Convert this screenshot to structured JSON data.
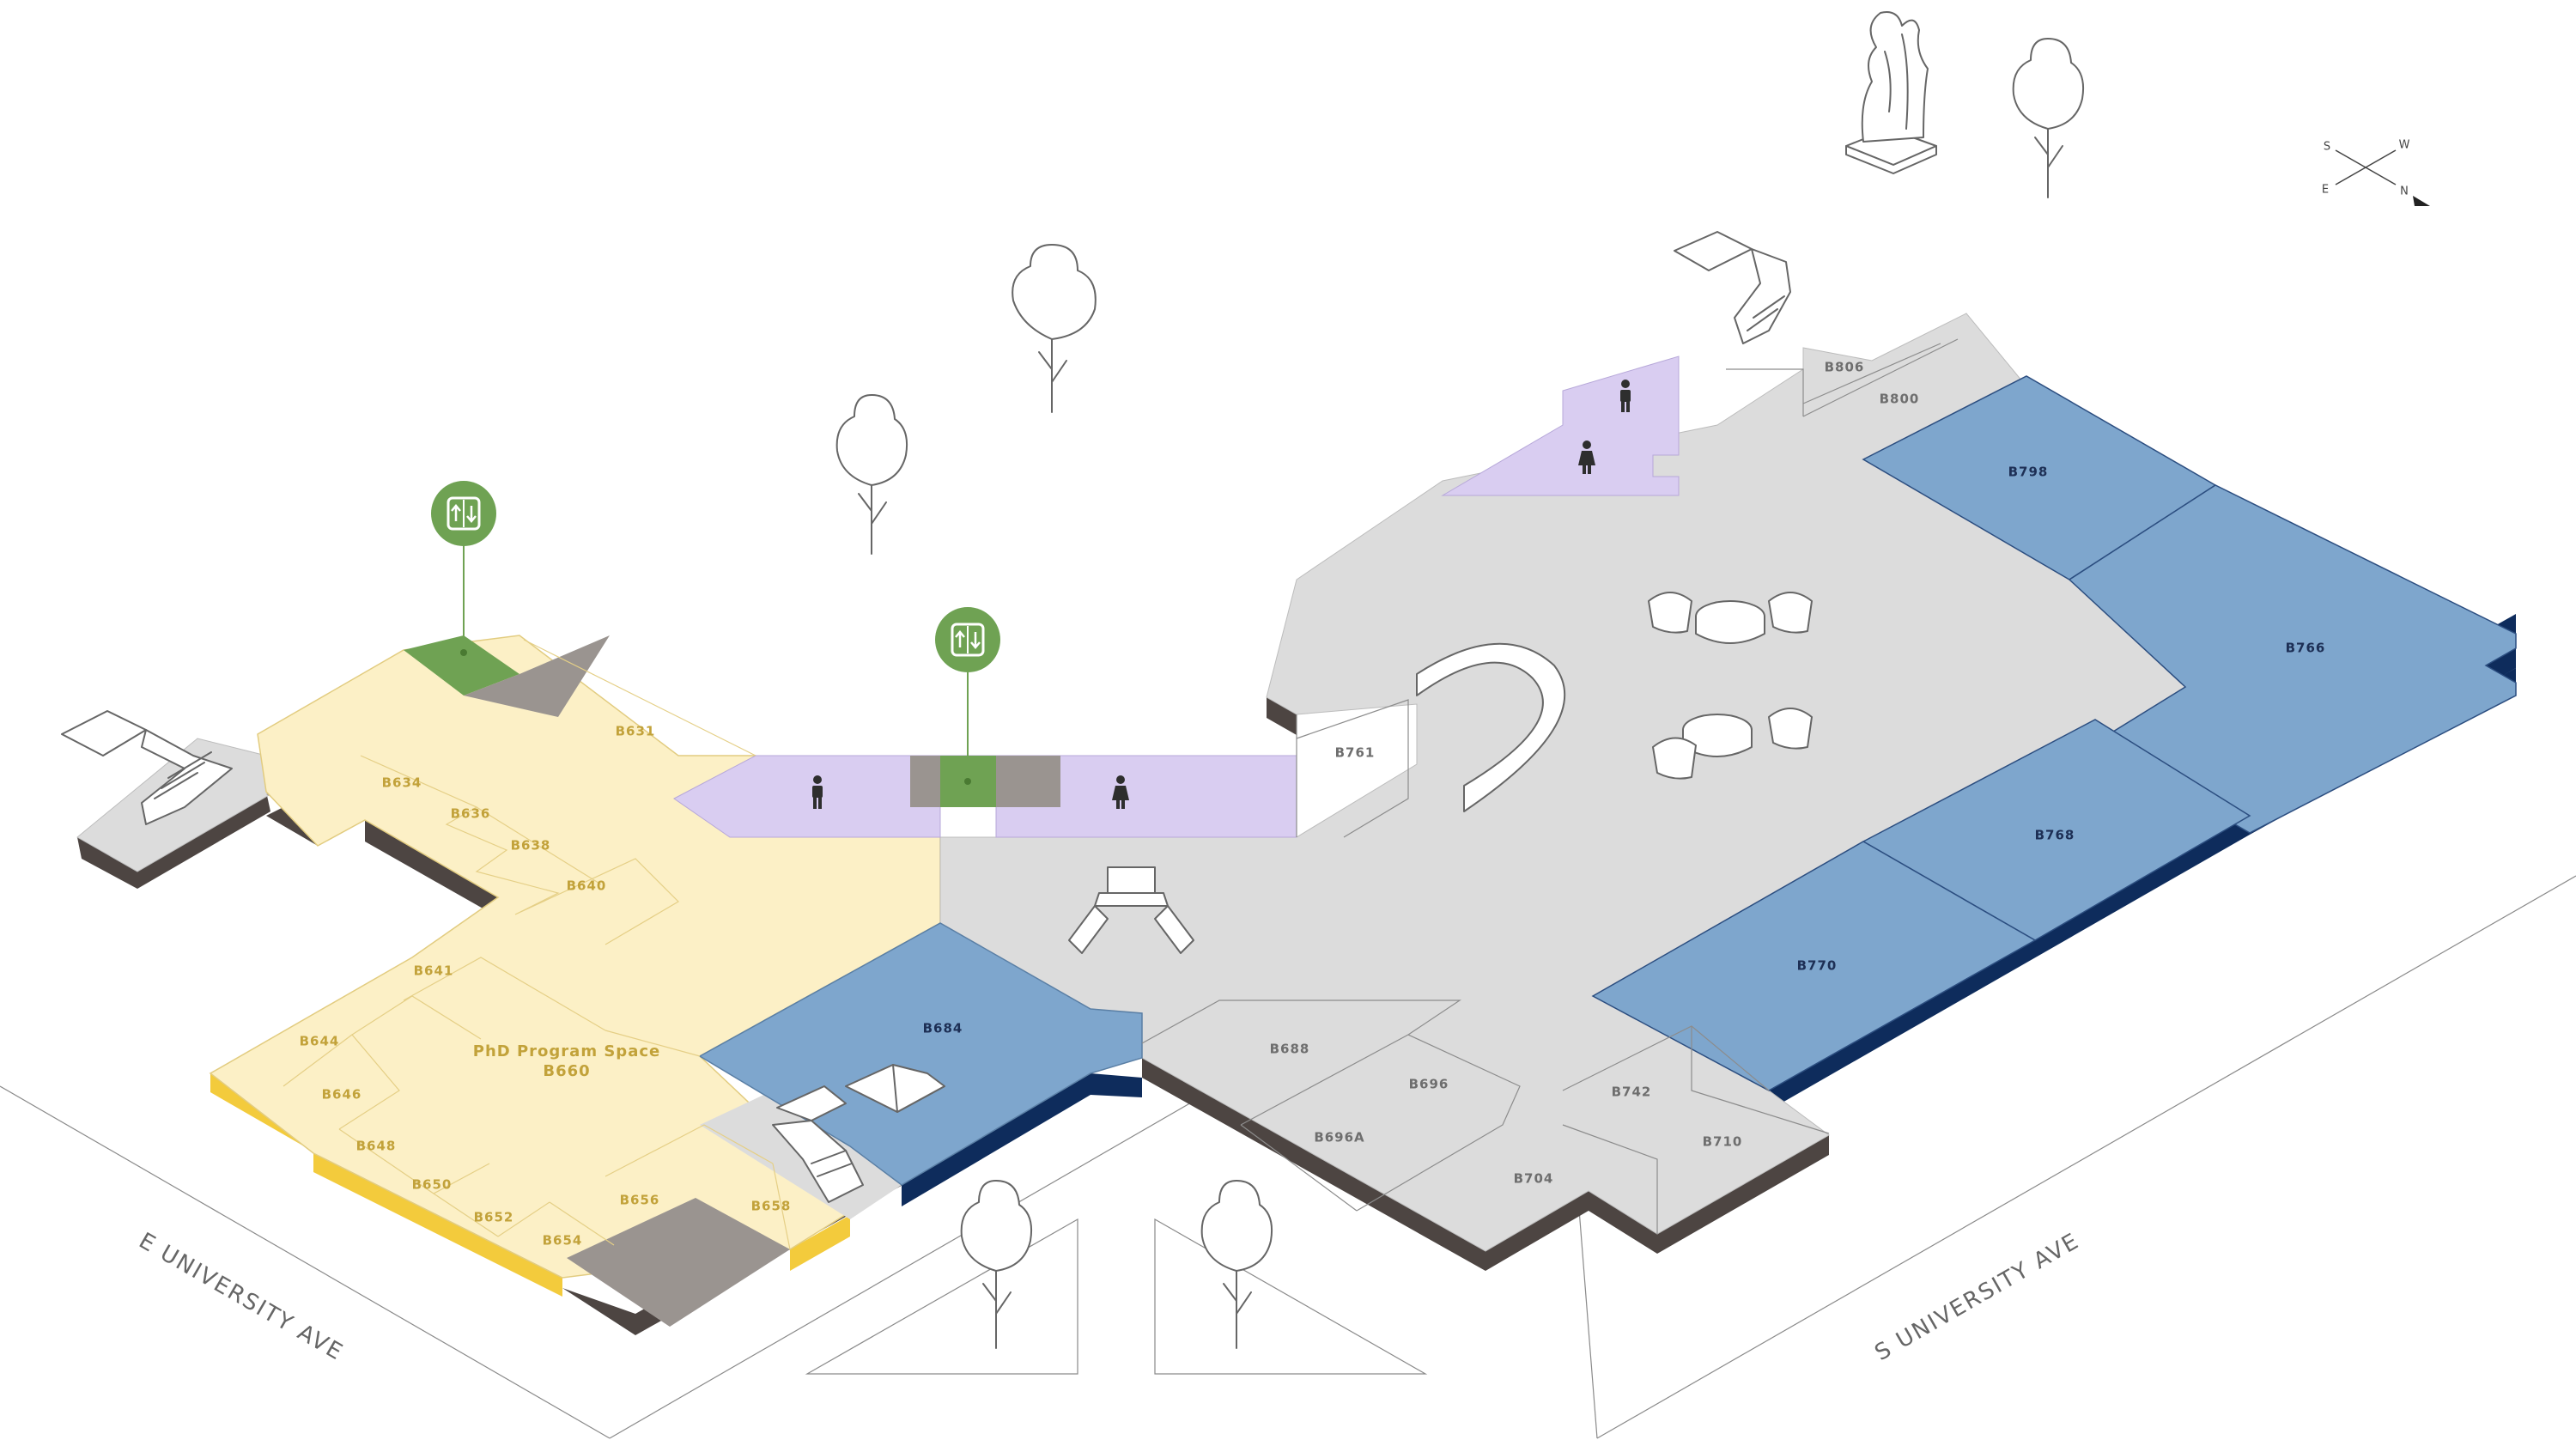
{
  "colors": {
    "yellow": "#fcf0c6",
    "yellow_edge": "#f3cb3c",
    "grey_floor": "#dcdcdc",
    "blue_room": "#7ea6cd",
    "blue_edge": "#0e2c5c",
    "purple": "#d9cdf1",
    "green": "#6fa253",
    "dark_block": "#9a9490",
    "wall_dark": "#4d4542"
  },
  "streets": {
    "east": "E UNIVERSITY AVE",
    "south": "S UNIVERSITY AVE"
  },
  "compass": {
    "s": "S",
    "w": "W",
    "e": "E",
    "n": "N"
  },
  "rooms": {
    "b631": "B631",
    "b634": "B634",
    "b636": "B636",
    "b638": "B638",
    "b640": "B640",
    "b641": "B641",
    "b644": "B644",
    "b646": "B646",
    "b648": "B648",
    "b650": "B650",
    "b652": "B652",
    "b654": "B654",
    "b656": "B656",
    "b658": "B658",
    "phd_name": "PhD Program Space",
    "phd_num": "B660",
    "b684": "B684",
    "b688": "B688",
    "b696": "B696",
    "b696a": "B696A",
    "b704": "B704",
    "b710": "B710",
    "b742": "B742",
    "b761": "B761",
    "b766": "B766",
    "b768": "B768",
    "b770": "B770",
    "b798": "B798",
    "b800": "B800",
    "b806": "B806"
  },
  "icons": {
    "elevator": "elevator-icon",
    "men_restroom": "men-restroom-icon",
    "women_restroom": "women-restroom-icon",
    "stairs": "stairs-icon",
    "tree": "tree-icon",
    "statue": "statue-icon",
    "compass": "compass-icon",
    "seating": "lounge-seating-icon"
  }
}
